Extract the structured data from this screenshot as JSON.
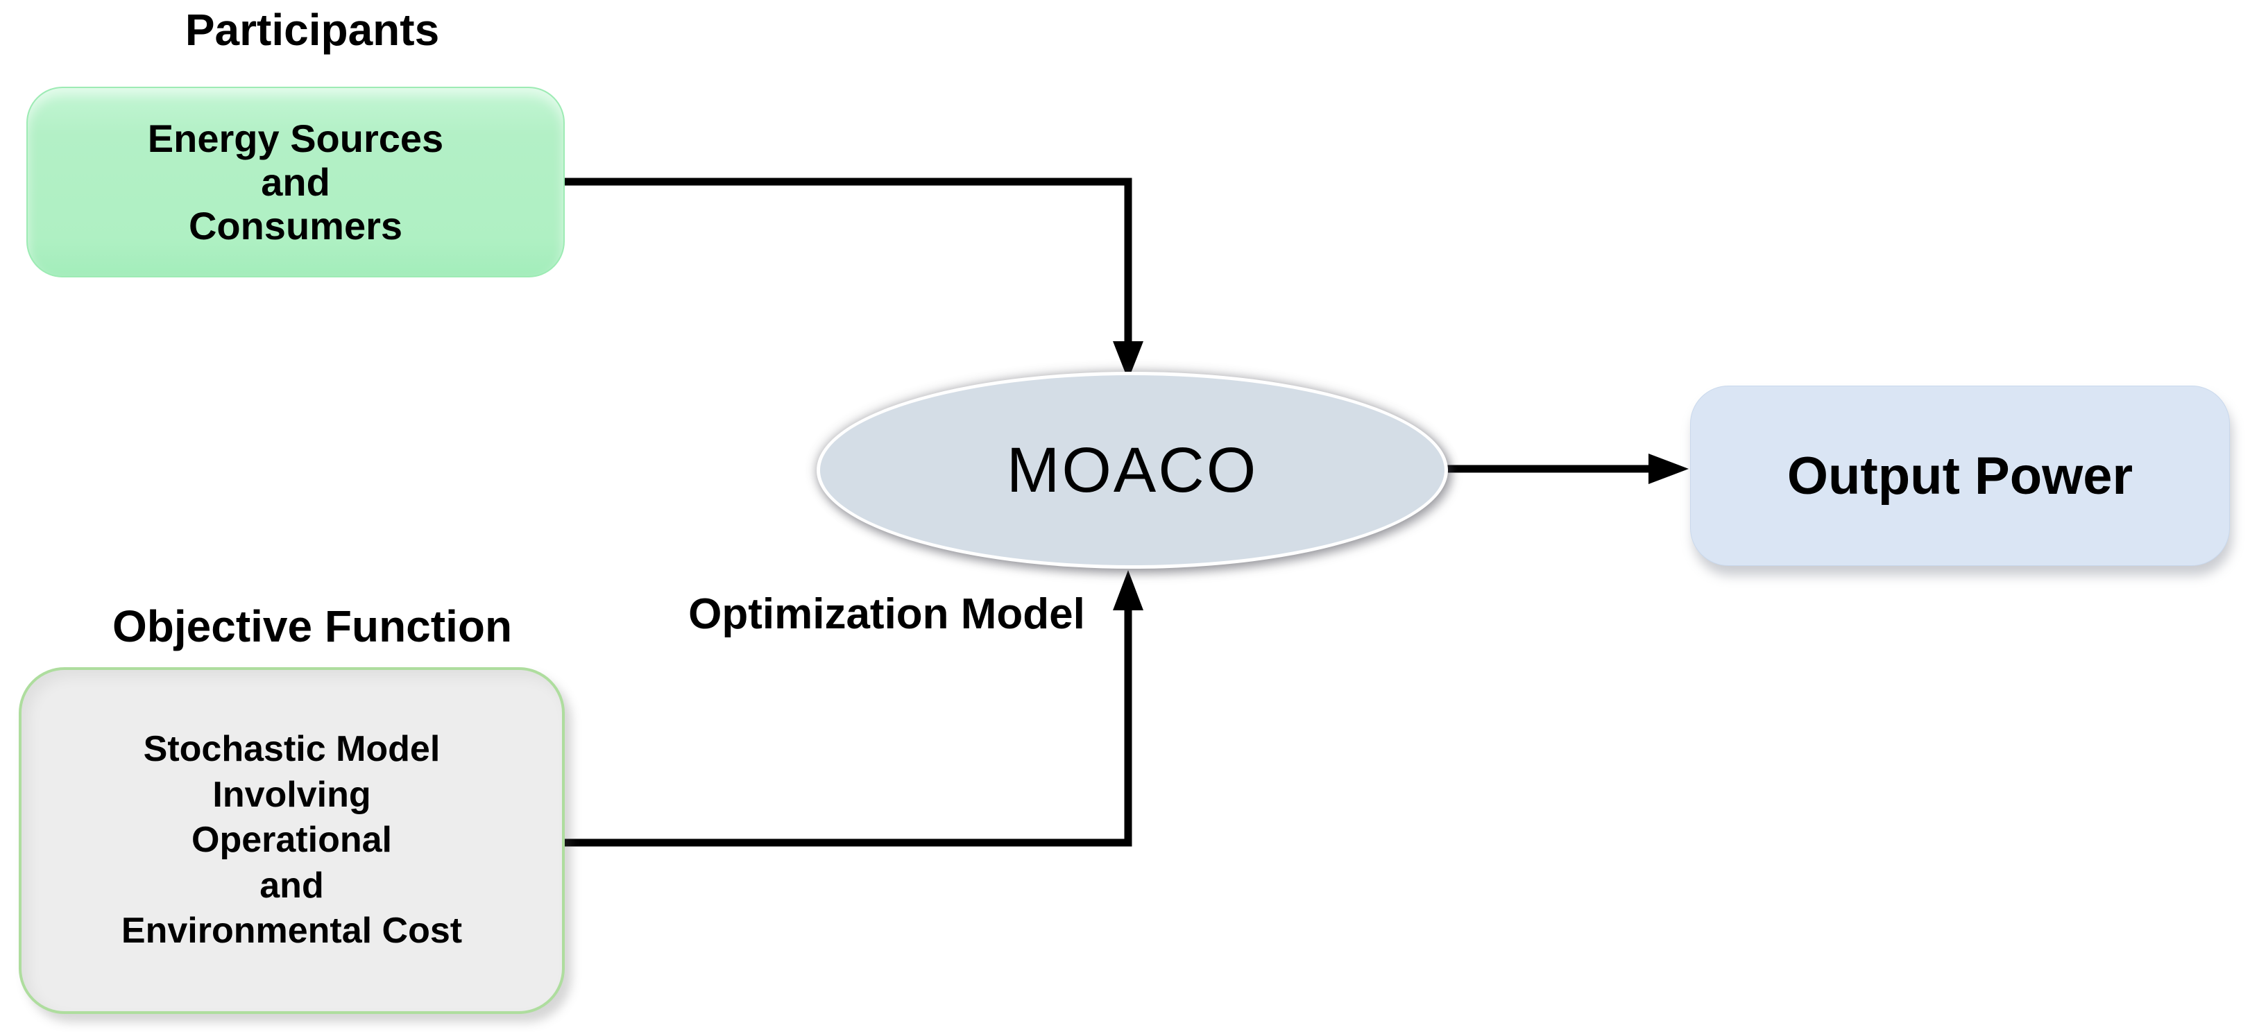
{
  "diagram": {
    "participants_title": "Participants",
    "objective_title": "Objective Function",
    "energy_box": {
      "lines": [
        "Energy Sources",
        "and",
        "Consumers"
      ]
    },
    "stochastic_box": {
      "lines": [
        "Stochastic Model",
        "Involving",
        "Operational",
        "and",
        "Environmental Cost"
      ]
    },
    "moaco": {
      "label": "MOACO",
      "caption": "Optimization Model"
    },
    "output": {
      "label": "Output Power"
    },
    "colors": {
      "background": "#ffffff",
      "energy_box_fill": "#b3f0c6",
      "energy_box_border": "#9debb4",
      "stochastic_box_fill": "#ededed",
      "stochastic_box_border": "#aedd9e",
      "moaco_ellipse_fill": "#d4dde6",
      "moaco_ellipse_border": "#ffffff",
      "output_box_fill": "#dae5f4",
      "connector": "#000000",
      "text": "#000000"
    }
  }
}
